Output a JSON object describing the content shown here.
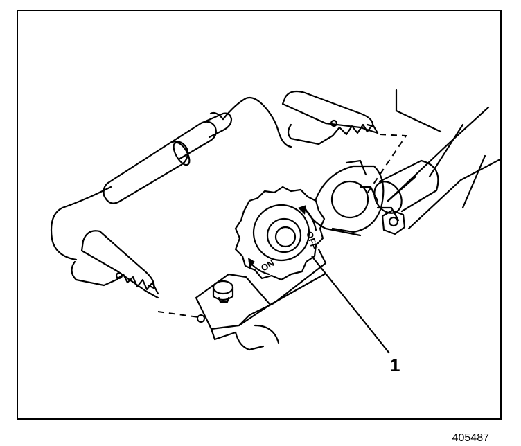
{
  "figure": {
    "callout_number": "1",
    "figure_id": "405487"
  },
  "switch": {
    "on_label": "ON",
    "off_label": "OFF"
  },
  "colors": {
    "line": "#000000",
    "background": "#ffffff"
  }
}
